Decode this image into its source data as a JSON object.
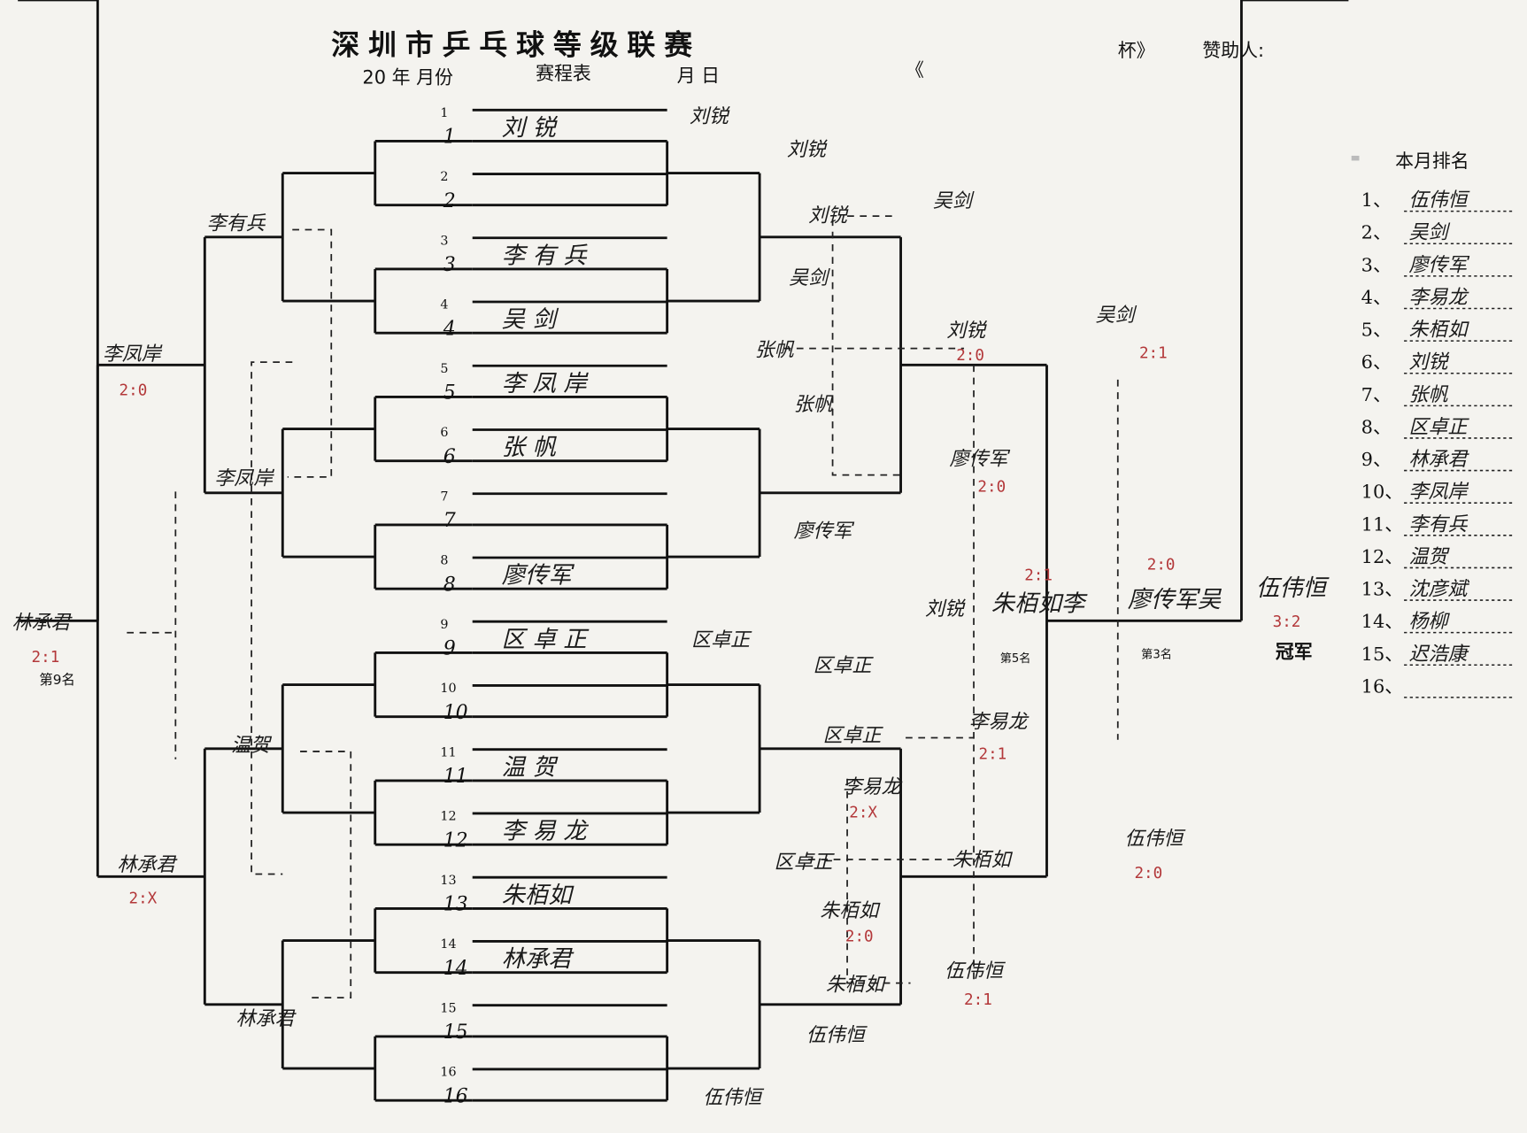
{
  "header": {
    "title": "深圳市乒乓球等级联赛",
    "subtitle_year": "20  年 月份",
    "subtitle_schedule": "赛程表",
    "subtitle_date": "月  日",
    "cup_open": "《",
    "cup_close": "杯》",
    "sponsor_label": "赞助人:"
  },
  "slots": [
    {
      "num": "1",
      "hand_num": "1",
      "name": "刘 锐"
    },
    {
      "num": "2",
      "hand_num": "2",
      "name": ""
    },
    {
      "num": "3",
      "hand_num": "3",
      "name": "李 有 兵"
    },
    {
      "num": "4",
      "hand_num": "4",
      "name": "吴 剑"
    },
    {
      "num": "5",
      "hand_num": "5",
      "name": "李 凤 岸"
    },
    {
      "num": "6",
      "hand_num": "6",
      "name": "张 帆"
    },
    {
      "num": "7",
      "hand_num": "7",
      "name": ""
    },
    {
      "num": "8",
      "hand_num": "8",
      "name": "廖传军"
    },
    {
      "num": "9",
      "hand_num": "9",
      "name": "区 卓 正"
    },
    {
      "num": "10",
      "hand_num": "10",
      "name": ""
    },
    {
      "num": "11",
      "hand_num": "11",
      "name": "温 贺"
    },
    {
      "num": "12",
      "hand_num": "12",
      "name": "李 易 龙"
    },
    {
      "num": "13",
      "hand_num": "13",
      "name": "朱栢如"
    },
    {
      "num": "14",
      "hand_num": "14",
      "name": "林承君"
    },
    {
      "num": "15",
      "hand_num": "15",
      "name": ""
    },
    {
      "num": "16",
      "hand_num": "16",
      "name": ""
    }
  ],
  "winners_bracket": [
    {
      "name": "刘锐"
    },
    {
      "name": "刘锐"
    },
    {
      "name": "刘锐"
    },
    {
      "name": "吴剑"
    },
    {
      "name": "吴剑"
    },
    {
      "name": "刘锐",
      "score": "2:0"
    },
    {
      "name": "张帆"
    },
    {
      "name": "张帆"
    },
    {
      "name": "廖传军",
      "score": "2:0"
    },
    {
      "name": "廖传军"
    },
    {
      "name": "吴剑",
      "score": "2:1"
    },
    {
      "name": "区卓正"
    },
    {
      "name": "区卓正"
    },
    {
      "name": "区卓正"
    },
    {
      "name": "李易龙",
      "score": "2:X"
    },
    {
      "name": "李易龙",
      "score": "2:1"
    },
    {
      "name": "区卓正"
    },
    {
      "name": "朱栢如"
    },
    {
      "name": "伍伟恒",
      "score": "2:0"
    },
    {
      "name": "朱栢如",
      "score": "2:0"
    },
    {
      "name": "朱栢如"
    },
    {
      "name": "伍伟恒",
      "score": "2:1"
    },
    {
      "name": "伍伟恒"
    },
    {
      "name": "伍伟恒"
    }
  ],
  "placement": {
    "fifth_left": "刘锐",
    "fifth_right": "朱栢如李",
    "fifth_score": "2:1",
    "fifth_label": "第5名",
    "third_name": "廖传军吴",
    "third_score": "2:0",
    "third_label": "第3名"
  },
  "final": {
    "name": "伍伟恒",
    "score": "3:2",
    "label": "冠军"
  },
  "losers_bracket": [
    {
      "name": "李有兵"
    },
    {
      "name": "李凤岸",
      "score": "2:0"
    },
    {
      "name": "李凤岸"
    },
    {
      "name": "温贺"
    },
    {
      "name": "林承君",
      "score": "2:X"
    },
    {
      "name": "林承君"
    },
    {
      "name": "林承君",
      "score": "2:1",
      "place": "第9名"
    }
  ],
  "ranking": {
    "title": "本月排名",
    "items": [
      {
        "rank": "1、",
        "name": "伍伟恒"
      },
      {
        "rank": "2、",
        "name": "吴剑"
      },
      {
        "rank": "3、",
        "name": "廖传军"
      },
      {
        "rank": "4、",
        "name": "李易龙"
      },
      {
        "rank": "5、",
        "name": "朱栢如"
      },
      {
        "rank": "6、",
        "name": "刘锐"
      },
      {
        "rank": "7、",
        "name": "张帆"
      },
      {
        "rank": "8、",
        "name": "区卓正"
      },
      {
        "rank": "9、",
        "name": "林承君"
      },
      {
        "rank": "10、",
        "name": "李凤岸"
      },
      {
        "rank": "11、",
        "name": "李有兵"
      },
      {
        "rank": "12、",
        "name": "温贺"
      },
      {
        "rank": "13、",
        "name": "沈彦斌"
      },
      {
        "rank": "14、",
        "name": "杨柳"
      },
      {
        "rank": "15、",
        "name": "迟浩康"
      },
      {
        "rank": "16、",
        "name": ""
      }
    ]
  }
}
